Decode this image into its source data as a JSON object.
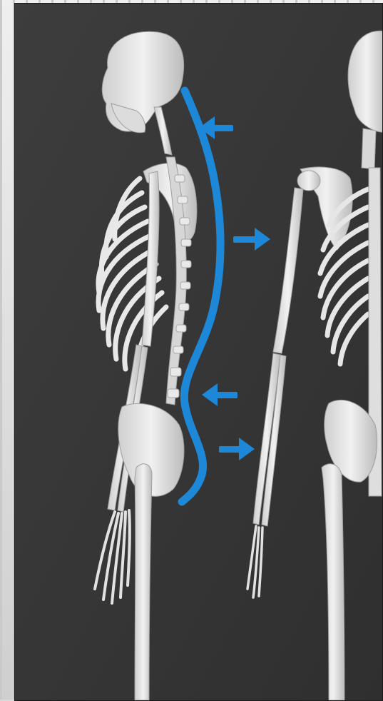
{
  "image": {
    "subject": "spine-curvature-illustration",
    "colors": {
      "background": "#3a3a3a",
      "frame": "#1a1a1a",
      "bone": "#e6e6e6",
      "bone_shadow": "#bdbdbd",
      "spine_curve": "#1e88d8",
      "arrow": "#1e88d8"
    }
  },
  "arrows": [
    {
      "direction": "left",
      "label": ""
    },
    {
      "direction": "right",
      "label": ""
    },
    {
      "direction": "left",
      "label": ""
    },
    {
      "direction": "right",
      "label": ""
    }
  ]
}
